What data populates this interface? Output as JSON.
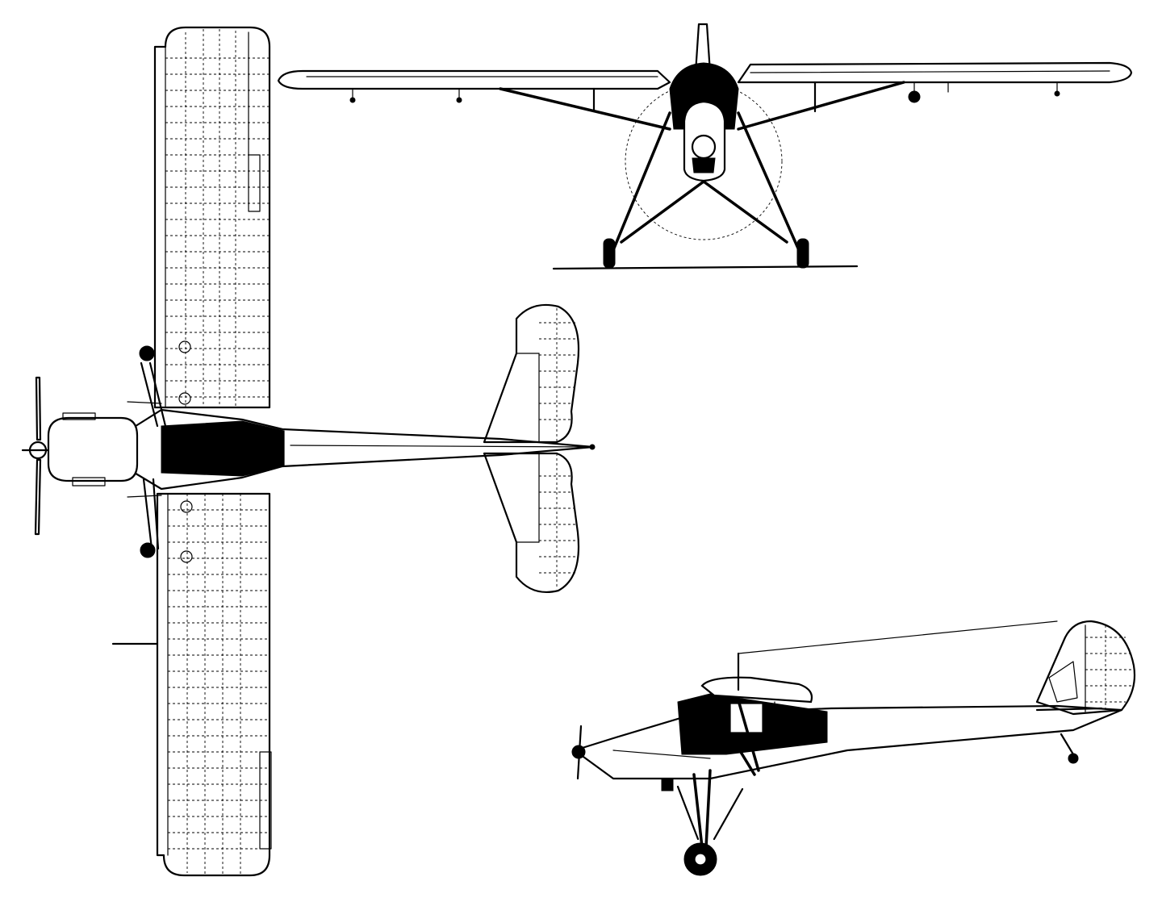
{
  "figure": {
    "kind": "three-view aircraft drawing",
    "views": [
      "top-view",
      "front-view",
      "perspective-view"
    ],
    "colors": {
      "ink": "#000000",
      "paper": "#ffffff"
    }
  }
}
